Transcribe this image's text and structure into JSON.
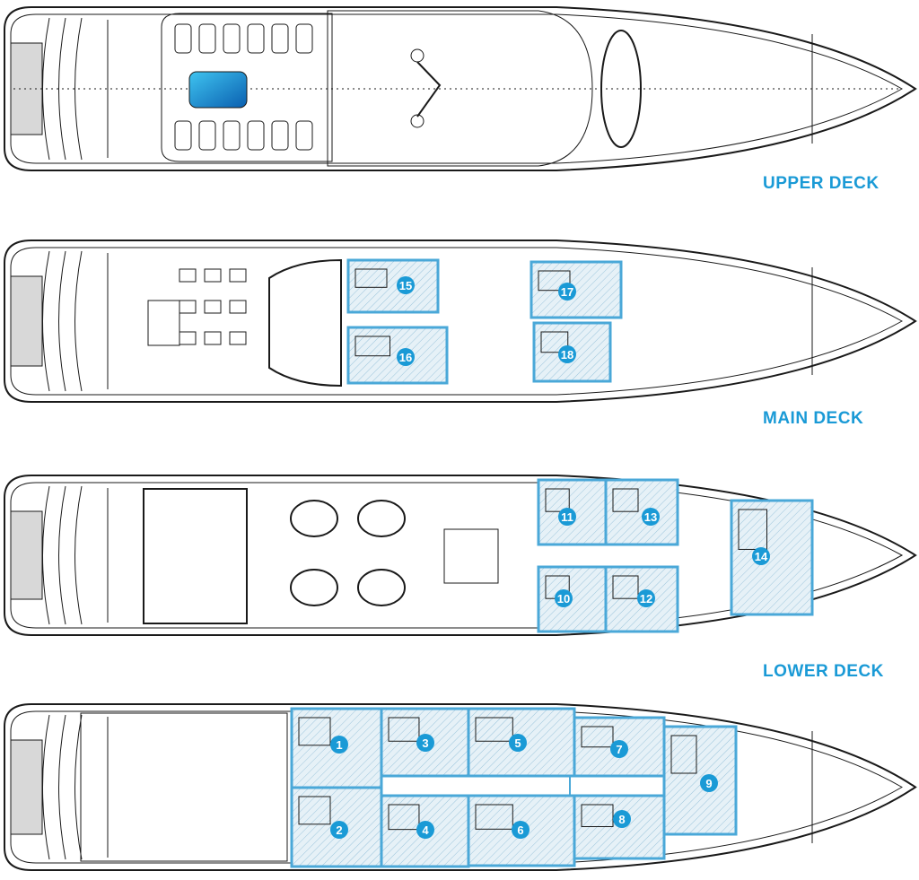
{
  "colors": {
    "accent": "#1a9ad6",
    "cabin_line": "#4aa8d8",
    "cabin_fill": "#e6f1f7",
    "line": "#1a1a1a",
    "pool": "#1a8fd0"
  },
  "decks": [
    {
      "id": "upper",
      "label": "UPPER DECK",
      "cabins": []
    },
    {
      "id": "main",
      "label": "MAIN DECK",
      "cabins": [
        "15",
        "16",
        "17",
        "18"
      ]
    },
    {
      "id": "lower",
      "label": "LOWER DECK",
      "cabins": [
        "11",
        "13",
        "10",
        "12",
        "14"
      ]
    },
    {
      "id": "bottom",
      "label": null,
      "cabins": [
        "1",
        "2",
        "3",
        "4",
        "5",
        "6",
        "7",
        "8",
        "9"
      ]
    }
  ]
}
